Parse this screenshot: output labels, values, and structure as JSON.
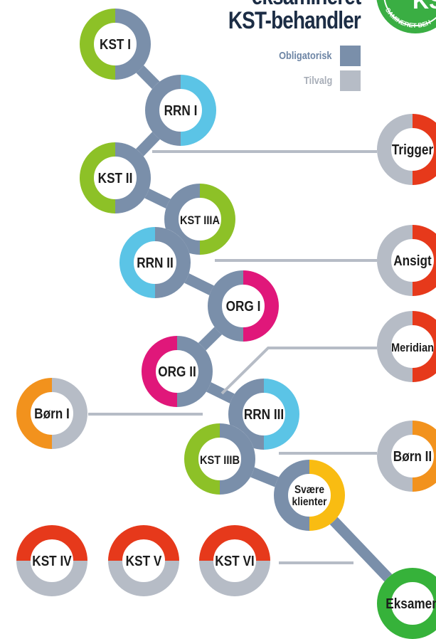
{
  "header": {
    "title_line1": "eksamineret",
    "title_line2": "KST-behandler"
  },
  "badge": {
    "text": "KST",
    "arc_text": "SAMINERET BEH"
  },
  "legend": {
    "mandatory_label": "Obligatorisk",
    "mandatory_color": "#7a8faa",
    "optional_label": "Tilvalg",
    "optional_color": "#b6bcc6"
  },
  "colors": {
    "path": "#7a8faa",
    "optional_line": "#b6bcc6",
    "green": "#8dc127",
    "blue": "#5bc4e6",
    "magenta": "#e0177a",
    "orange": "#f2921d",
    "red": "#e6391b",
    "yellow": "#f9bc12",
    "exam_green": "#36b23a",
    "badge_green": "#3aae43"
  },
  "nodes": [
    {
      "label": "KST I",
      "color": "green",
      "left": "green",
      "right": "path"
    },
    {
      "label": "RRN I",
      "color": "blue",
      "left": "path",
      "right": "blue"
    },
    {
      "label": "KST II",
      "color": "green",
      "left": "green",
      "right": "path"
    },
    {
      "label": "KST IIIA",
      "color": "green",
      "left": "path",
      "right": "green"
    },
    {
      "label": "RRN II",
      "color": "blue",
      "left": "blue",
      "right": "path"
    },
    {
      "label": "ORG I",
      "color": "magenta",
      "left": "path",
      "right": "magenta"
    },
    {
      "label": "ORG II",
      "color": "magenta",
      "left": "magenta",
      "right": "path"
    },
    {
      "label": "RRN III",
      "color": "blue",
      "left": "path",
      "right": "blue"
    },
    {
      "label": "KST IIIB",
      "color": "green",
      "left": "green",
      "right": "path"
    },
    {
      "label": "Svære\nklienter",
      "color": "yellow",
      "left": "path",
      "right": "yellow"
    },
    {
      "label": "Eksamen",
      "color": "exam_green",
      "left": "exam_green",
      "right": "exam_green"
    },
    {
      "label": "Børn I",
      "color": "orange",
      "left": "orange",
      "right": "optional_line"
    },
    {
      "label": "KST IV",
      "color": "red",
      "top": "red",
      "bottom": "optional_line"
    },
    {
      "label": "KST V",
      "color": "red",
      "top": "red",
      "bottom": "optional_line"
    },
    {
      "label": "KST VI",
      "color": "red",
      "top": "red",
      "bottom": "optional_line"
    },
    {
      "label": "Trigger",
      "color": "red",
      "left": "optional_line",
      "right": "red"
    },
    {
      "label": "Ansigt",
      "color": "red",
      "left": "optional_line",
      "right": "red"
    },
    {
      "label": "Meridian",
      "color": "red",
      "left": "optional_line",
      "right": "red"
    },
    {
      "label": "Børn II",
      "color": "orange",
      "left": "optional_line",
      "right": "orange"
    }
  ]
}
